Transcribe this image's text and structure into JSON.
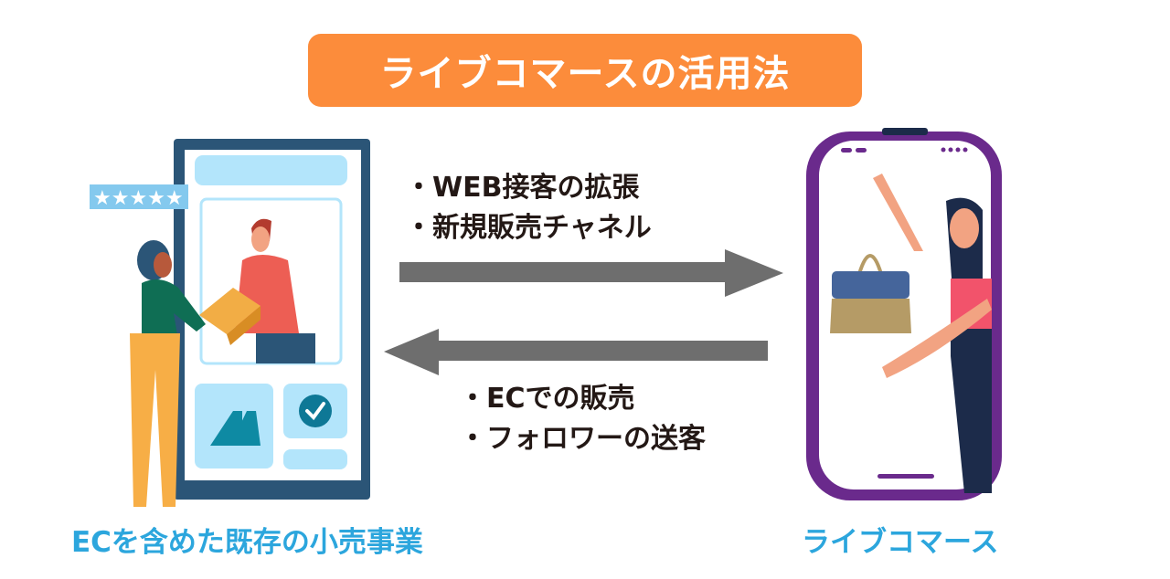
{
  "title": "ライブコマースの活用法",
  "forward_items": [
    "・WEB接客の拡張",
    "・新規販売チャネル"
  ],
  "backward_items": [
    "・ECでの販売",
    "・フォロワーの送客"
  ],
  "left_label": "ECを含めた既存の小売事業",
  "right_label": "ライブコマース",
  "colors": {
    "title_bg": "#fc8c3b",
    "arrow": "#6e6e6e",
    "label": "#2ca6dd",
    "phone_frame": "#6a2a8c",
    "tablet_frame": "#2b5577"
  }
}
